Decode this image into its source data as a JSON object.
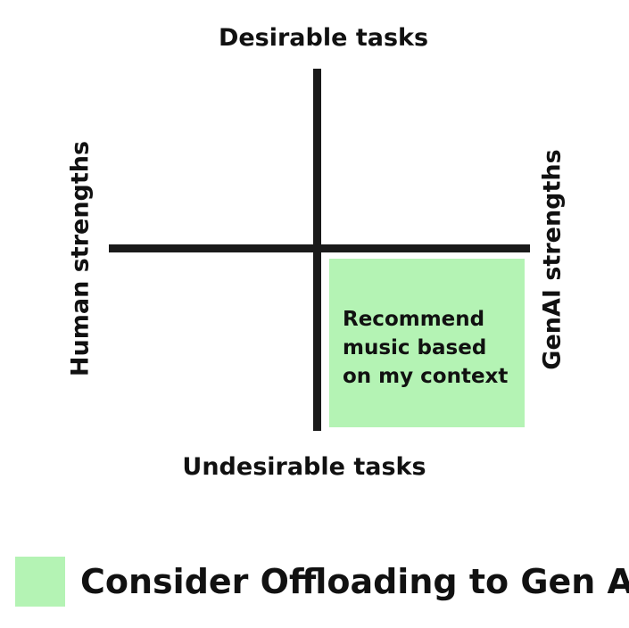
{
  "axes": {
    "top": "Desirable tasks",
    "bottom": "Undesirable tasks",
    "left": "Human strengths",
    "right": "GenAI strengths"
  },
  "quadrant": {
    "position": "bottom-right",
    "lines": [
      "Recommend",
      "music based",
      "on my context"
    ]
  },
  "legend": {
    "label": "Consider Offloading to Gen AI"
  },
  "colors": {
    "highlight": "#b4f3b4",
    "axis": "#1a1a1a",
    "text": "#111111"
  }
}
